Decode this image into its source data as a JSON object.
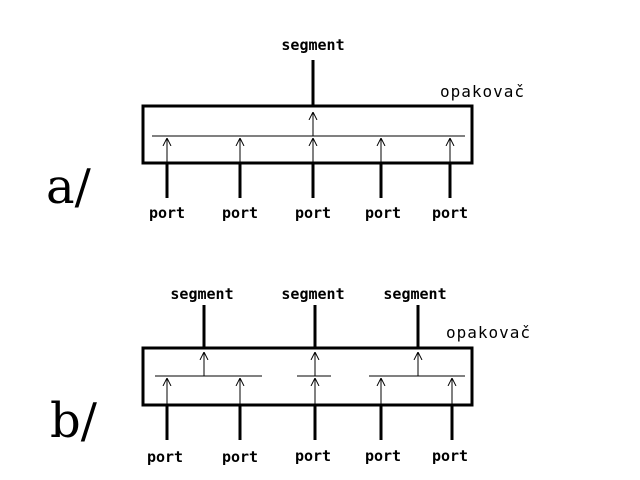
{
  "diagram_a": {
    "tag": "a/",
    "repeater_label": "opakovač",
    "segment_label": "segment",
    "port_labels": [
      "port",
      "port",
      "port",
      "port",
      "port"
    ]
  },
  "diagram_b": {
    "tag": "b/",
    "repeater_label": "opakovač",
    "segment_labels": [
      "segment",
      "segment",
      "segment"
    ],
    "port_labels": [
      "port",
      "port",
      "port",
      "port",
      "port"
    ]
  }
}
